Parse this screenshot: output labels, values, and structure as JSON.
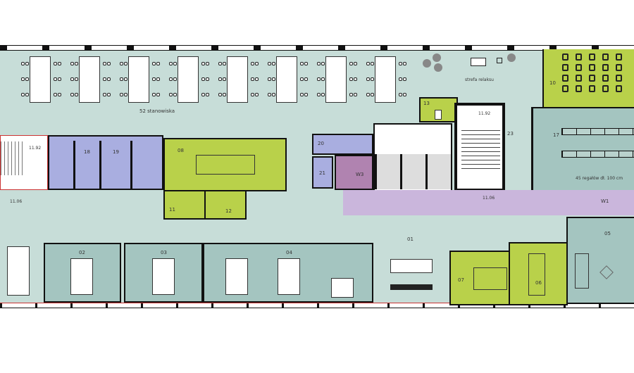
{
  "plan": {
    "colors": {
      "open_space": "#c7ddd8",
      "meeting": "#b9d14a",
      "sanitary": "#a9aee0",
      "corridor": "#cab6dc",
      "office": "#a4c5c0",
      "wc": "#b083b0"
    },
    "labels": {
      "open_office": "52 stanowiska",
      "relax_zone": "strefa relaksu",
      "archive_note": "45 regałów dł. 100 cm"
    },
    "elevations": {
      "stair_left": "11.92",
      "stair_right": "11.92",
      "lobby_left": "11.06",
      "corridor": "11.06"
    },
    "rooms": {
      "r01": "01",
      "r02": "02",
      "r03": "03",
      "r04": "04",
      "r05": "05",
      "r06": "06",
      "r07": "07",
      "r08": "08",
      "r10": "10",
      "r11": "11",
      "r12": "12",
      "r13": "13",
      "r17": "17",
      "r18": "18",
      "r19": "19",
      "r20": "20",
      "r21": "21",
      "r23": "23",
      "w1": "W1",
      "w3": "W3"
    }
  }
}
